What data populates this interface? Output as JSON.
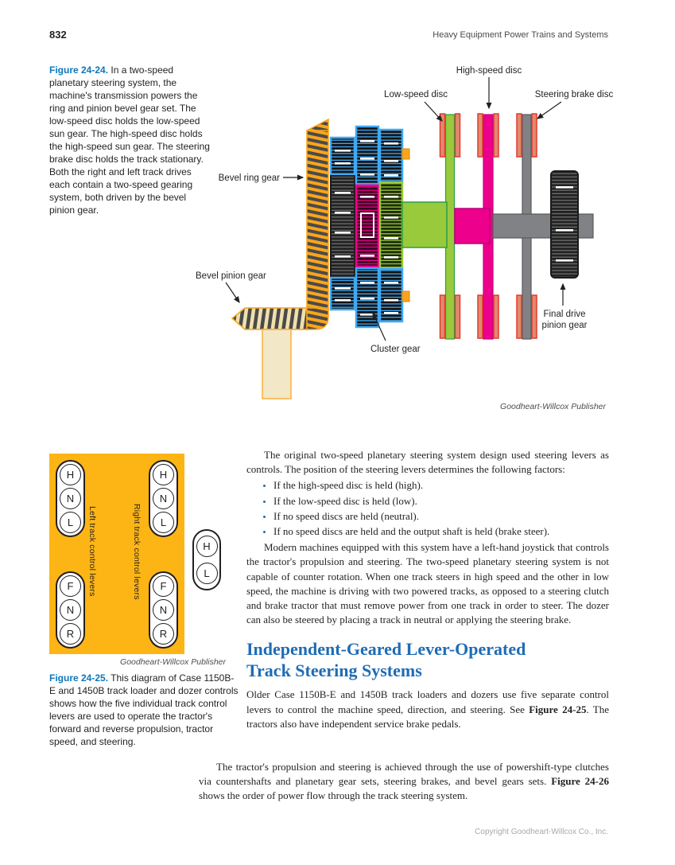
{
  "page": {
    "number": "832",
    "running_header": "Heavy Equipment Power Trains and Systems",
    "copyright": "Copyright Goodheart-Willcox Co., Inc."
  },
  "figure24": {
    "label": "Figure 24-24.",
    "caption": "In a two-speed planetary steering system, the machine's transmission powers the ring and pinion bevel gear set. The low-speed disc holds the low-speed sun gear. The high-speed disc holds the high-speed sun gear. The steering brake disc holds the track stationary. Both the right and left track drives each contain a two-speed gearing system, both driven by the bevel pinion gear.",
    "credit": "Goodheart-Willcox Publisher",
    "labels": {
      "high_speed_disc": "High-speed disc",
      "low_speed_disc": "Low-speed disc",
      "steering_brake_disc": "Steering brake disc",
      "bevel_ring_gear": "Bevel ring gear",
      "bevel_pinion_gear": "Bevel pinion gear",
      "cluster_gear": "Cluster gear",
      "final_drive_line1": "Final drive",
      "final_drive_line2": "pinion gear"
    }
  },
  "figure25": {
    "label": "Figure 24-25.",
    "caption": "This diagram of Case 1150B-E and 1450B track loader and dozer controls shows how the five individual track control levers are used to operate the tractor's forward and reverse propulsion, tractor speed, and steering.",
    "credit": "Goodheart-Willcox Publisher",
    "left_label": "Left track control levers",
    "right_label": "Right track control levers",
    "speed": [
      "H",
      "N",
      "L"
    ],
    "direction": [
      "F",
      "N",
      "R"
    ],
    "aux": [
      "H",
      "L"
    ]
  },
  "body": {
    "para1": "The original two-speed planetary steering system design used steering levers as controls. The position of the steering levers determines the following factors:",
    "bullets": [
      "If the high-speed disc is held (high).",
      "If the low-speed disc is held (low).",
      "If no speed discs are held (neutral).",
      "If no speed discs are held and the output shaft is held (brake steer)."
    ],
    "para2": "Modern machines equipped with this system have a left-hand joystick that controls the tractor's propulsion and steering. The two-speed planetary steering system is not capable of counter rotation. When one track steers in high speed and the other in low speed, the machine is driving with two powered tracks, as opposed to a steering clutch and brake tractor that must remove power from one track in order to steer. The dozer can also be steered by placing a track in neutral or applying the steering brake.",
    "heading_line1": "Independent-Geared Lever-Operated",
    "heading_line2": "Track Steering Systems",
    "para3_pre": "Older Case 1150B-E and 1450B track loaders and dozers use five separate control levers to control the machine speed, direction, and steering. See ",
    "para3_ref": "Figure 24-25",
    "para3_post": ". The tractors also have independent service brake pedals.",
    "para4_pre": "The tractor's propulsion and steering is achieved through the use of powershift-type clutches via countershafts and planetary gear sets, steering brakes, and bevel gears sets. ",
    "para4_ref": "Figure 24-26",
    "para4_post": " shows the order of power flow through the track steering system."
  },
  "colors": {
    "figure_label_blue": "#0E76BC",
    "heading_blue": "#1E6CB5",
    "bullet_blue": "#1E6CB5",
    "panel_orange": "#FDB515",
    "gear_blue": "#3FA9F5",
    "gear_magenta": "#EC008C",
    "gear_green": "#99CA3C",
    "ring_orange": "#F9A51B",
    "disc_salmon": "#E08A6E",
    "disc_red": "#E23B2E",
    "shaft_gray": "#808285",
    "tan": "#F2E7C6",
    "text_dark": "#231F20",
    "header_gray": "#4A4A4A",
    "footer_gray": "#A7A9AC"
  }
}
